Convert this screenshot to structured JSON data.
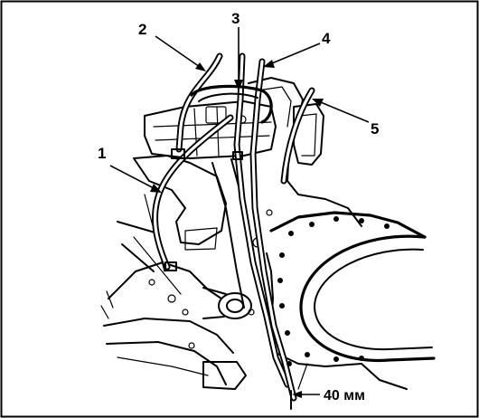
{
  "callouts": [
    {
      "id": "1",
      "label": "1"
    },
    {
      "id": "2",
      "label": "2"
    },
    {
      "id": "3",
      "label": "3"
    },
    {
      "id": "4",
      "label": "4"
    },
    {
      "id": "5",
      "label": "5"
    }
  ],
  "dimension": {
    "label": "40 мм"
  },
  "colors": {
    "ink": "#000000",
    "paper": "#ffffff"
  }
}
